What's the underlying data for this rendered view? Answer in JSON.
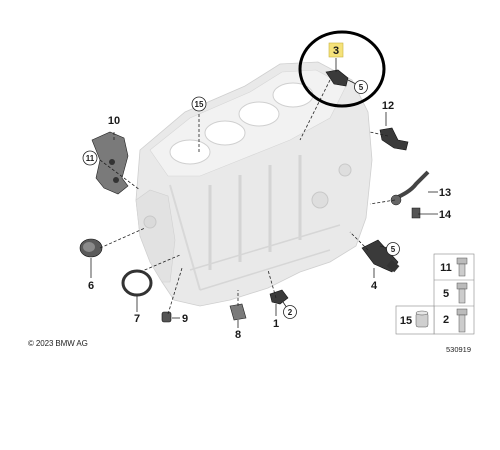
{
  "callouts": {
    "c1": "1",
    "c2": "2",
    "c3": "3",
    "c4": "4",
    "c5a": "5",
    "c5b": "5",
    "c6": "6",
    "c7": "7",
    "c8": "8",
    "c9": "9",
    "c10": "10",
    "c11": "11",
    "c12": "12",
    "c13": "13",
    "c14": "14",
    "c15": "15"
  },
  "legend": {
    "r11": "11",
    "r5": "5",
    "r2": "2",
    "r15": "15"
  },
  "copyright": "© 2023 BMW AG",
  "diagram_id": "530919",
  "colors": {
    "highlight_fill": "#f5e27a",
    "circle_stroke": "#000000",
    "block_fill": "#e9e9e9"
  }
}
